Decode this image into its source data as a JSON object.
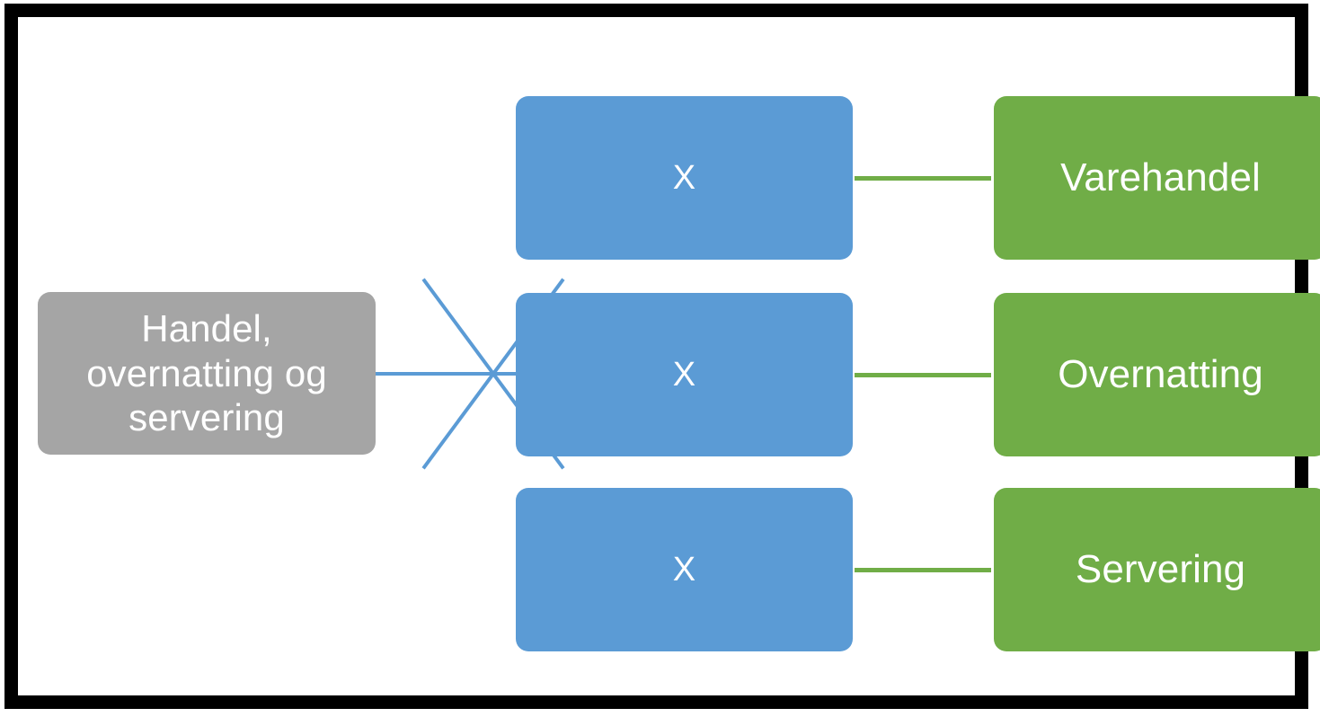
{
  "diagram": {
    "title_visible": false,
    "type": "tree-hierarchy",
    "colors": {
      "frame": "#000000",
      "background": "#ffffff",
      "root_node": "#a5a5a5",
      "mid_node": "#5b9bd5",
      "leaf_node": "#70ad47",
      "connector_blue": "#5b9bd5",
      "connector_green": "#70ad47",
      "node_text": "#ffffff"
    },
    "root": {
      "label": "Handel, overnatting og servering"
    },
    "rows": [
      {
        "mid_label": "X",
        "leaf_label": "Varehandel"
      },
      {
        "mid_label": "X",
        "leaf_label": "Overnatting"
      },
      {
        "mid_label": "X",
        "leaf_label": "Servering"
      }
    ]
  }
}
